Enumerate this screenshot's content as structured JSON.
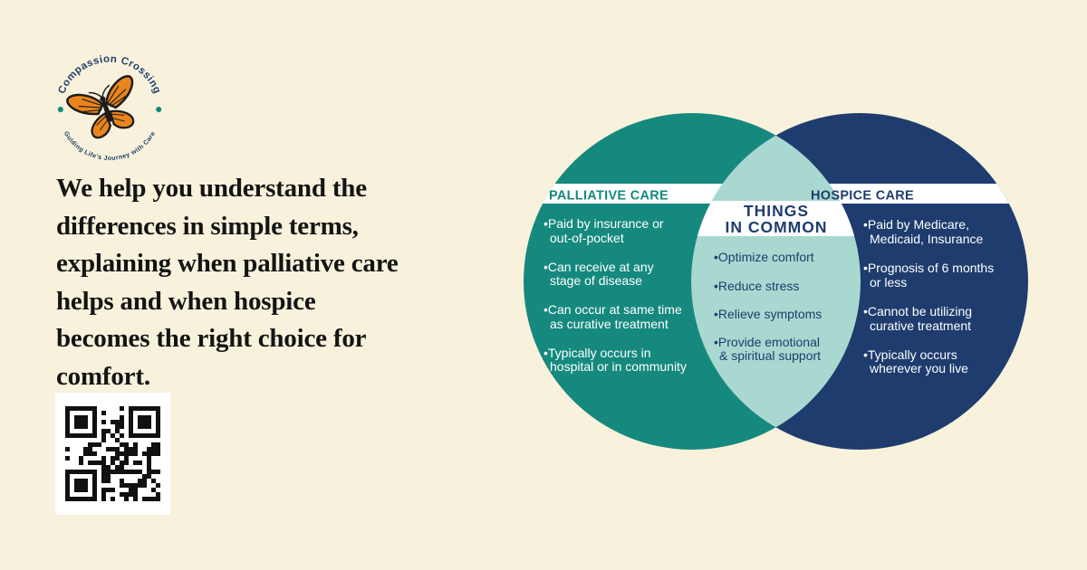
{
  "page": {
    "background": "#f8f2dc"
  },
  "logo": {
    "arc_top": "Compassion Crossing",
    "arc_bottom": "Guiding Life's Journey with Care",
    "text_color": "#21406b",
    "dot_color": "#16897e",
    "butterfly_color": "#e9851c"
  },
  "headline": {
    "color": "#141414",
    "lines": [
      "We help you understand the",
      "differences in simple terms,",
      "explaining when palliative care",
      "helps and when hospice",
      "becomes the right choice for",
      "comfort."
    ]
  },
  "venn": {
    "left": {
      "title": "PALLIATIVE CARE",
      "circle_color": "#16897e",
      "text_color": "#ffffff",
      "lines": [
        "•Paid by insurance or",
        "out-of-pocket",
        "•Can receive at any",
        "stage of disease",
        "•Can occur at same time",
        "as curative treatment",
        "•Typically occurs in",
        "hospital or in community"
      ]
    },
    "center": {
      "title_line1": "THINGS",
      "title_line2": "IN COMMON",
      "lens_color": "#a9d8d1",
      "text_color": "#1e3c6e",
      "lines": [
        "•Optimize comfort",
        "•Reduce stress",
        "•Relieve symptoms",
        "•Provide emotional",
        "& spiritual support"
      ]
    },
    "right": {
      "title": "HOSPICE CARE",
      "circle_color": "#1e3c6e",
      "text_color": "#ffffff",
      "lines": [
        "•Paid by Medicare,",
        "Medicaid, Insurance",
        "•Prognosis of 6 months",
        "or less",
        "•Cannot be utilizing",
        "curative treatment",
        "•Typically occurs",
        "wherever you live"
      ]
    }
  },
  "qr": {
    "label": "qr-code"
  }
}
